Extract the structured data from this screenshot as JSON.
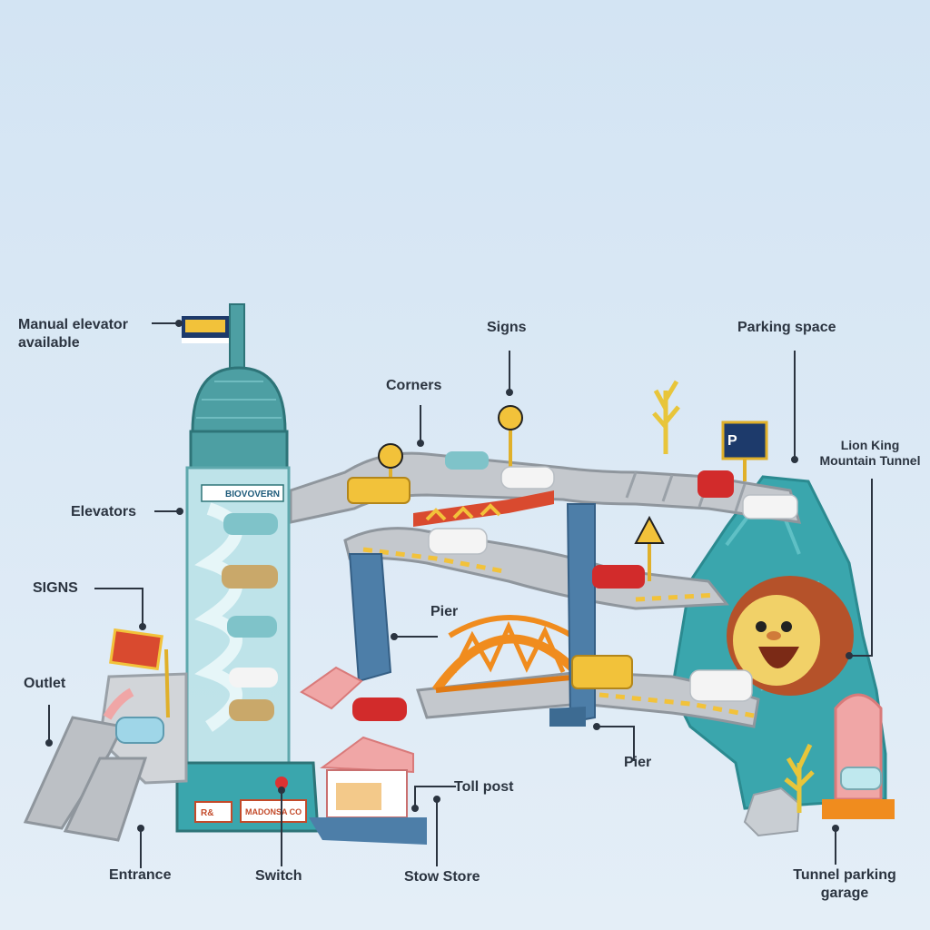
{
  "labels": {
    "manual_elevator": "Manual elevator\navailable",
    "signs_top": "Signs",
    "parking_space": "Parking space",
    "corners": "Corners",
    "lion_king": "Lion King\nMountain Tunnel",
    "elevators": "Elevators",
    "signs_left": "SIGNS",
    "pier_upper": "Pier",
    "outlet": "Outlet",
    "pier_lower": "Pier",
    "toll_post": "Toll post",
    "entrance": "Entrance",
    "switch": "Switch",
    "stow_store": "Stow Store",
    "tunnel_garage": "Tunnel parking\ngarage"
  },
  "toy_text": {
    "tower_sign": "BIOVOVERN",
    "base_sign": "MADONSA CO",
    "base_badge": "R&",
    "parking_sign": "P"
  },
  "colors": {
    "background": "#dbe9f5",
    "tower": "#4d9fa3",
    "track": "#bfc3c8",
    "mountain": "#3aa6ad",
    "bridge": "#f08c1e",
    "lion": "#b5522a",
    "label_text": "#2b3440"
  }
}
